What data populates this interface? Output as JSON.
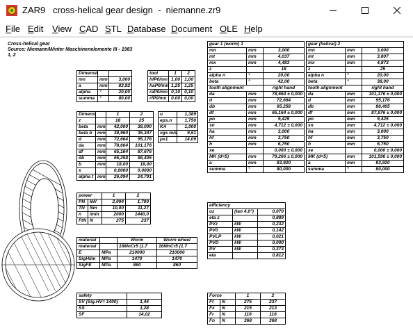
{
  "window": {
    "title": "ZAR9   cross-helical gear design  -  niemanne.zr9",
    "minimize_icon": "minimize-icon",
    "maximize_icon": "maximize-icon",
    "close_icon": "close-icon"
  },
  "menu": [
    {
      "u": "F",
      "rest": "ile"
    },
    {
      "u": "E",
      "rest": "dit"
    },
    {
      "u": "V",
      "rest": "iew"
    },
    {
      "u": "C",
      "rest": "AD"
    },
    {
      "u": "S",
      "rest": "TL"
    },
    {
      "u": "D",
      "rest": "atabase"
    },
    {
      "u": "D",
      "rest": "ocument"
    },
    {
      "u": "O",
      "rest": "LE"
    },
    {
      "u": "H",
      "rest": "elp"
    }
  ],
  "header": {
    "title": "Cross-helical gear",
    "source": "Source: Niemann/Winter Maschinenelemente  III - 1983",
    "sub": "1,  2"
  },
  "dimensions1": {
    "rows": [
      [
        "Dimensions",
        "",
        ""
      ],
      [
        "mn",
        "mm",
        "3,000"
      ],
      [
        "a",
        "mm",
        "83,92"
      ],
      [
        "alpha",
        "°",
        "20,00"
      ],
      [
        "summa",
        "°",
        "80,00"
      ]
    ]
  },
  "tool": {
    "rows": [
      [
        "tool",
        "1",
        "2"
      ],
      [
        "hfP0/mn",
        "1,00",
        "1,00"
      ],
      [
        "haP0/mn",
        "1,25",
        "1,25"
      ],
      [
        "raP0/mn",
        "0,10",
        "0,10"
      ],
      [
        "rfP0/mn",
        "0,00",
        "0,00"
      ]
    ]
  },
  "dimensions2": {
    "rows": [
      [
        "Dimensions",
        "",
        "1",
        "2"
      ],
      [
        "z",
        "",
        "18",
        "25"
      ],
      [
        "beta",
        "mm",
        "42,000",
        "38,000"
      ],
      [
        "beta b",
        "mm",
        "38,960",
        "35,347"
      ],
      [
        "d",
        "mm",
        "72,664",
        "95,176"
      ],
      [
        "da",
        "mm",
        "78,664",
        "101,176"
      ],
      [
        "df",
        "mm",
        "65,164",
        "87,676"
      ],
      [
        "db",
        "mm",
        "65,258",
        "86,405"
      ],
      [
        "b",
        "mm",
        "18,00",
        "18,00"
      ],
      [
        "x",
        "",
        "0,0000",
        "0,0000"
      ],
      [
        "alpha t",
        "mm",
        "26,094",
        "24,791"
      ]
    ]
  },
  "u_table": {
    "rows": [
      [
        "u",
        "1,389"
      ],
      [
        "eps.n",
        "1,750"
      ],
      [
        "KA",
        "1,000"
      ],
      [
        "vgs m/s",
        "9,51"
      ],
      [
        "px1",
        "14,09"
      ]
    ]
  },
  "gear1": {
    "rows": [
      [
        "gear 1 (worm) 1",
        "",
        ""
      ],
      [
        "mn",
        "mm",
        "3,000"
      ],
      [
        "mt",
        "mm",
        "4,037"
      ],
      [
        "mx",
        "mm",
        "4,483"
      ],
      [
        "z",
        "",
        "18"
      ],
      [
        "alpha n",
        "°",
        "20,00"
      ],
      [
        "beta",
        "°",
        "42,00"
      ],
      [
        "tooth alignment",
        "",
        "right hand"
      ],
      [
        "da",
        "mm",
        "78,664 ± 0,000"
      ],
      [
        "d",
        "mm",
        "72,664"
      ],
      [
        "db",
        "mm",
        "65,258"
      ],
      [
        "df",
        "mm",
        "65,164 ± 0,000"
      ],
      [
        "pn",
        "mm",
        "9,425"
      ],
      [
        "sn",
        "mm",
        "4,712 ± 0,000"
      ],
      [
        "ha",
        "mm",
        "3,000"
      ],
      [
        "hf",
        "mm",
        "3,750"
      ],
      [
        "h",
        "mm",
        "6,750"
      ],
      [
        "xe",
        "",
        "0,000 ± 0,000"
      ],
      [
        "MK (d=5)",
        "mm",
        "79,266 ± 0,000"
      ],
      [
        "a",
        "mm",
        "83,920"
      ],
      [
        "summa",
        "°",
        "80,000"
      ]
    ]
  },
  "gear2": {
    "rows": [
      [
        "gear (helical) 2",
        "",
        ""
      ],
      [
        "mn",
        "mm",
        "3,000"
      ],
      [
        "mt",
        "mm",
        "3,807"
      ],
      [
        "mx",
        "mm",
        "4,873"
      ],
      [
        "z",
        "",
        "25"
      ],
      [
        "alpha n",
        "°",
        "20,00"
      ],
      [
        "beta",
        "°",
        "38,00"
      ],
      [
        "tooth alignment",
        "",
        "right hand"
      ],
      [
        "da",
        "mm",
        "101,176 ± 0,000"
      ],
      [
        "d",
        "mm",
        "95,176"
      ],
      [
        "db",
        "mm",
        "86,405"
      ],
      [
        "df",
        "mm",
        "87,676 ± 0,000"
      ],
      [
        "pn",
        "mm",
        "9,425"
      ],
      [
        "sn",
        "mm",
        "4,712 ± 0,000"
      ],
      [
        "ha",
        "mm",
        "3,000"
      ],
      [
        "hf",
        "mm",
        "3,750"
      ],
      [
        "h",
        "mm",
        "6,750"
      ],
      [
        "xe",
        "",
        "0,000 ± 0,000"
      ],
      [
        "MK (d=5)",
        "mm",
        "101,596 ± 0,000"
      ],
      [
        "a",
        "mm",
        "83,920"
      ],
      [
        "summa",
        "°",
        "80,000"
      ]
    ]
  },
  "power": {
    "rows": [
      [
        "power",
        "",
        "1",
        "2"
      ],
      [
        "PN",
        "kW",
        "2,094",
        "1,700"
      ],
      [
        "TN",
        "Nm",
        "10,00",
        "11,27"
      ],
      [
        "n",
        "/min",
        "2000",
        "1440,0"
      ],
      [
        "FtN",
        "N",
        "275",
        "237"
      ]
    ]
  },
  "efficiency": {
    "rows": [
      [
        "efficiency",
        "",
        ""
      ],
      [
        "uz",
        "(tan 4,0°)",
        "0,070"
      ],
      [
        "eta z",
        "",
        "0,889"
      ],
      [
        "PVz",
        "kW",
        "0,232"
      ],
      [
        "PV0",
        "kW",
        "0,142"
      ],
      [
        "PVLP",
        "kW",
        "0,021"
      ],
      [
        "PVD",
        "kW",
        "0,000"
      ],
      [
        "PV",
        "kW",
        "0,373"
      ],
      [
        "eta",
        "",
        "0,812"
      ]
    ]
  },
  "material": {
    "rows": [
      [
        "material",
        "",
        "Worm",
        "Worm wheel"
      ],
      [
        "material",
        "",
        "16MnCr5 (1.7",
        "16MnCr5 (1.7"
      ],
      [
        "E",
        "MPa",
        "210000",
        "210000"
      ],
      [
        "SigHlim",
        "MPa",
        "1470",
        "1470"
      ],
      [
        "SigFE",
        "MPa",
        "860",
        "860"
      ]
    ]
  },
  "safety": {
    "rows": [
      [
        "safety",
        ""
      ],
      [
        "SV (Sig.HV= 1400)",
        "1,44"
      ],
      [
        "SS",
        "1,28"
      ],
      [
        "SF",
        "14,02"
      ]
    ]
  },
  "force": {
    "rows": [
      [
        "Force",
        "",
        "1",
        "2"
      ],
      [
        "Ft",
        "N",
        "275",
        "237"
      ],
      [
        "Fx",
        "N",
        "215",
        "213"
      ],
      [
        "Fr",
        "N",
        "116",
        "116"
      ],
      [
        "Fn",
        "N",
        "368",
        "368"
      ]
    ]
  }
}
